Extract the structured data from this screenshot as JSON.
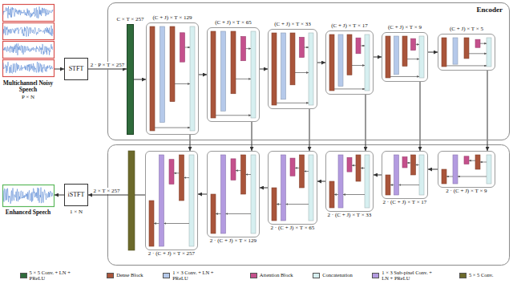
{
  "diagram": {
    "nodes": [
      {
        "text": [
          "Multichannel Noisy Speech",
          "P × N"
        ]
      },
      {
        "text": [
          "STFT"
        ]
      },
      {
        "text": [
          "Encoder"
        ]
      },
      {
        "text": [
          "C × T × 257"
        ],
        "in": 2
      },
      {
        "text": [
          "(C + J) × T × 129"
        ],
        "in": 2
      },
      {
        "text": [
          "(C + J) × T × 65"
        ],
        "in": 2
      },
      {
        "text": [
          "(C + J) × T × 33"
        ],
        "in": 2
      },
      {
        "text": [
          "(C + J) × T × 17"
        ],
        "in": 2
      },
      {
        "text": [
          "(C + J) × T × 9"
        ],
        "in": 2
      },
      {
        "text": [
          "(C + J) × T × 5"
        ],
        "in": 2
      },
      {
        "text": [
          "2 · (C + J) × T × 257"
        ]
      },
      {
        "text": [
          "2 · (C + J) × T × 129"
        ]
      },
      {
        "text": [
          "2 · (C + J) × T × 65"
        ]
      },
      {
        "text": [
          "2 · (C + J) × T × 33"
        ]
      },
      {
        "text": [
          "2 · (C + J) × T × 17"
        ]
      },
      {
        "text": [
          "2 · (C + J) × T × 9"
        ]
      },
      {
        "text": [
          "iSTFT"
        ]
      },
      {
        "text": [
          "Enhanced Speech"
        ]
      }
    ],
    "edges": [
      {
        "from": 0,
        "to": 1,
        "arrow": "to"
      },
      {
        "from": 1,
        "to": 3,
        "arrow": "to",
        "label": "2 · P × T × 257"
      },
      {
        "from": 3,
        "to": 4,
        "arrow": "to"
      },
      {
        "from": 4,
        "to": 5,
        "arrow": "to"
      },
      {
        "from": 5,
        "to": 6,
        "arrow": "to"
      },
      {
        "from": 6,
        "to": 7,
        "arrow": "to"
      },
      {
        "from": 7,
        "to": 8,
        "arrow": "to"
      },
      {
        "from": 8,
        "to": 9,
        "arrow": "to"
      },
      {
        "from": 4,
        "to": 10,
        "arrow": "to"
      },
      {
        "from": 5,
        "to": 11,
        "arrow": "to"
      },
      {
        "from": 6,
        "to": 12,
        "arrow": "to"
      },
      {
        "from": 7,
        "to": 13,
        "arrow": "to"
      },
      {
        "from": 8,
        "to": 14,
        "arrow": "to"
      },
      {
        "from": 9,
        "to": 15,
        "arrow": "to"
      },
      {
        "from": 15,
        "to": 14,
        "arrow": "to"
      },
      {
        "from": 14,
        "to": 13,
        "arrow": "to"
      },
      {
        "from": 13,
        "to": 12,
        "arrow": "to"
      },
      {
        "from": 12,
        "to": 11,
        "arrow": "to"
      },
      {
        "from": 11,
        "to": 10,
        "arrow": "to"
      },
      {
        "from": 10,
        "to": 16,
        "arrow": "to",
        "label": "2 × T × 257"
      },
      {
        "from": 16,
        "to": 17,
        "arrow": "to"
      }
    ],
    "labels": [
      "1 × N"
    ],
    "legend": [
      {
        "text": "5 × 5 Conv. + LN + PReLU",
        "color": "#2f6b3b"
      },
      {
        "text": "Dense Block",
        "color": "#a9553b"
      },
      {
        "text": "1 × 3 Conv. + LN + PReLU",
        "color": "#b5c9ea"
      },
      {
        "text": "Attention Block",
        "color": "#c4508c"
      },
      {
        "text": "Concatenation",
        "color": "#d6eff0"
      },
      {
        "text": "1 × 3 Sub-pixel Conv. + LN + PReLU",
        "color": "#b39be0"
      },
      {
        "text": "5 × 5 Conv.",
        "color": "#6c6a2b"
      }
    ]
  }
}
